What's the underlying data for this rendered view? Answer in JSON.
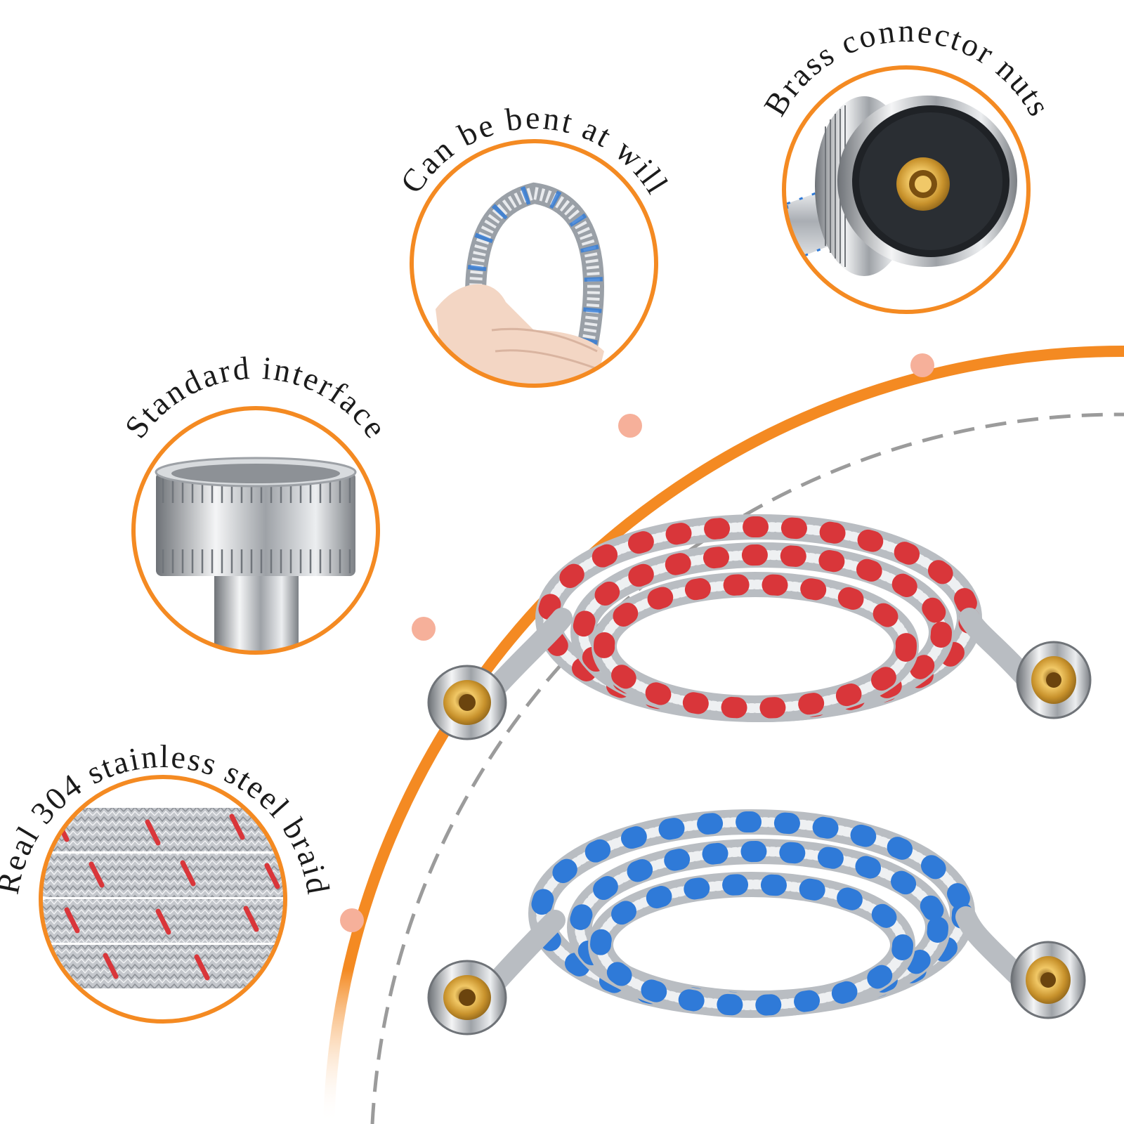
{
  "features": [
    {
      "id": "bend",
      "label": "Can be bent at will"
    },
    {
      "id": "nut",
      "label": "Brass connector nuts"
    },
    {
      "id": "interface",
      "label": "Standard interface"
    },
    {
      "id": "braid",
      "label": "Real 304 stainless steel braid"
    }
  ],
  "colors": {
    "accent": "#f48a22",
    "dash": "#8a8a8a",
    "dot": "#f6b09a",
    "steel": "#c9ccd1",
    "red_stripe": "#d9363a",
    "blue_stripe": "#2f7ad8",
    "brass": "#d7a23a"
  },
  "icons": {
    "loop_hose": "hose-loop-icon",
    "connector_nut": "connector-nut-icon",
    "female_fitting": "female-fitting-icon",
    "braid_closeup": "braid-closeup-icon",
    "red_hose_coil": "red-hose-coil-icon",
    "blue_hose_coil": "blue-hose-coil-icon"
  }
}
